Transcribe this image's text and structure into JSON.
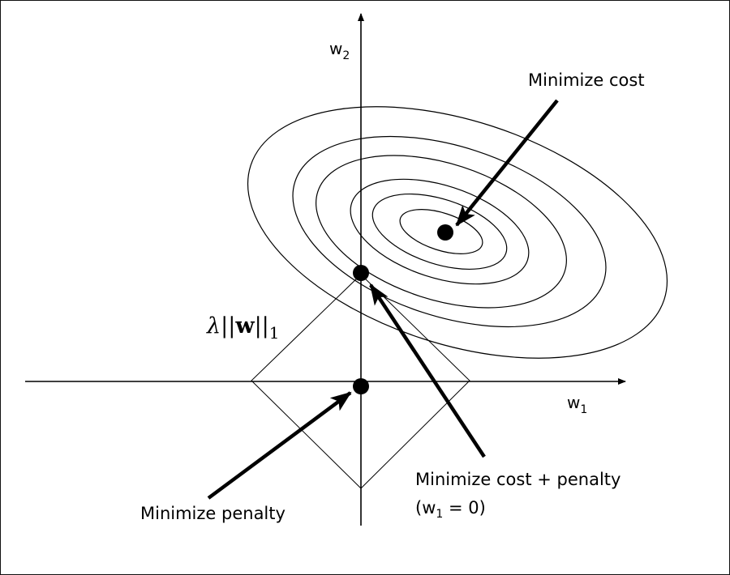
{
  "axes": {
    "x_label": "w",
    "x_sub": "1",
    "y_label": "w",
    "y_sub": "2"
  },
  "penalty": {
    "lambda": "λ",
    "bars_left": "||",
    "w": "w",
    "bars_right": "||",
    "sub": "1"
  },
  "annotations": {
    "min_cost": "Minimize cost",
    "min_cost_penalty": "Minimize cost + penalty",
    "paren_open": "(w",
    "paren_sub": "1",
    "paren_rest": " = 0)",
    "min_penalty": "Minimize penalty"
  },
  "colors": {
    "ink": "#000000",
    "background": "#ffffff"
  }
}
